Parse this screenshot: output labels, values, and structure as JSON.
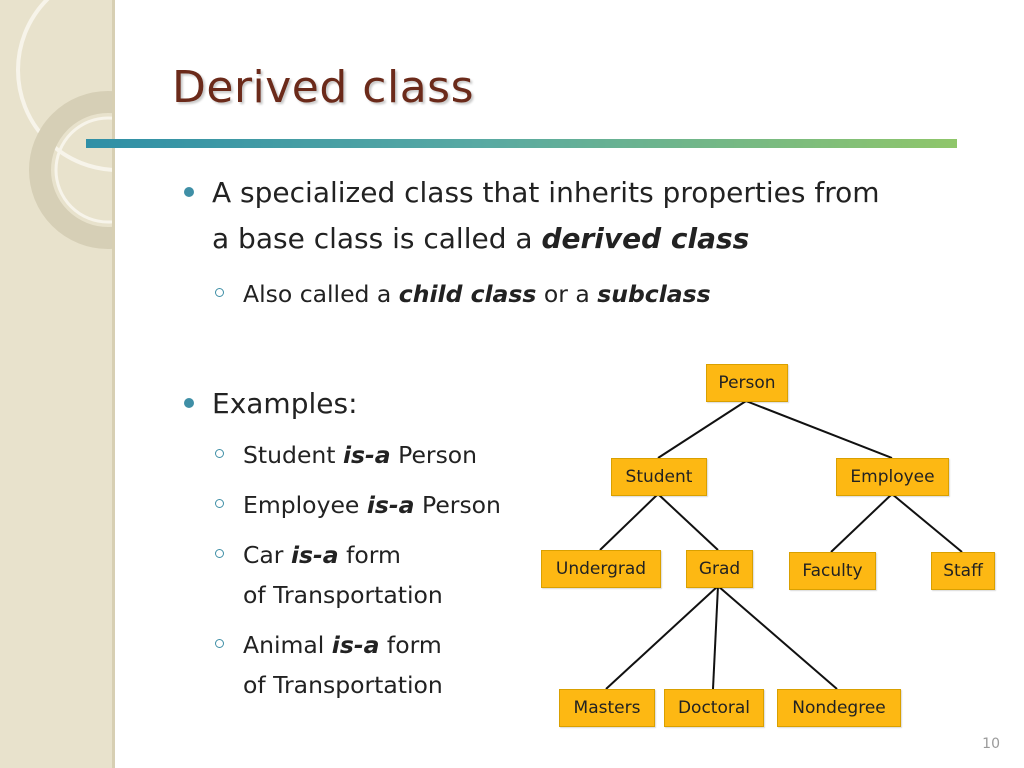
{
  "slide": {
    "title": "Derived class",
    "page_number": "10"
  },
  "bullets": {
    "b1_line1": "A specialized class that inherits properties from",
    "b1_line2_pre": "a base class is called a ",
    "b1_line2_em": "derived class",
    "b1_sub_pre": "Also called a ",
    "b1_sub_em1": "child class",
    "b1_sub_mid": " or a ",
    "b1_sub_em2": "subclass",
    "b2_label": "Examples:",
    "ex1_pre": "Student ",
    "ex1_em": "is-a",
    "ex1_post": " Person",
    "ex2_pre": "Employee ",
    "ex2_em": "is-a",
    "ex2_post": " Person",
    "ex3_pre": "Car ",
    "ex3_em": "is-a",
    "ex3_post": " form",
    "ex3_line2": "of Transportation",
    "ex4_pre": "Animal ",
    "ex4_em": "is-a",
    "ex4_post": " form",
    "ex4_line2": "of Transportation"
  },
  "tree": {
    "person": "Person",
    "student": "Student",
    "employee": "Employee",
    "undergrad": "Undergrad",
    "grad": "Grad",
    "faculty": "Faculty",
    "staff": "Staff",
    "masters": "Masters",
    "doctoral": "Doctoral",
    "nondegree": "Nondegree"
  },
  "colors": {
    "title": "#6b2a1a",
    "accent_bullet": "#3f8fa6",
    "node_fill": "#fdb813",
    "side_band": "#e8e2cc"
  }
}
